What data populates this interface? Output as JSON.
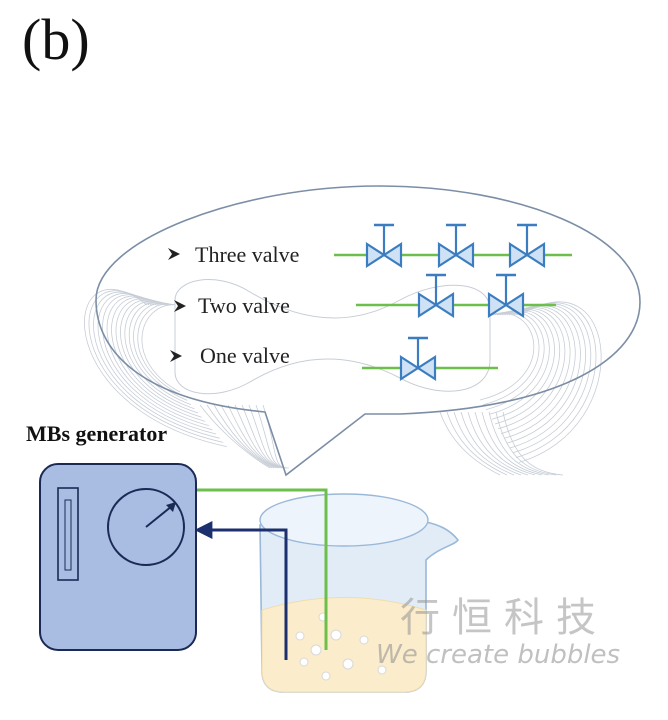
{
  "panel_label": "(b)",
  "generator": {
    "title": "MBs generator"
  },
  "valves": [
    {
      "label": "Three valve",
      "count": 3
    },
    {
      "label": "Two valve",
      "count": 2
    },
    {
      "label": "One valve",
      "count": 1
    }
  ],
  "watermark": {
    "chinese": "行恒科技",
    "english": "We create bubbles"
  },
  "colors": {
    "valve": "#3b7dc0",
    "pipe_green": "#6cbf4a",
    "pipe_navy": "#1c2f6e",
    "generator_fill": "#a9bde3",
    "liquid": "#fbeccb",
    "beaker": "#c9dcef"
  }
}
